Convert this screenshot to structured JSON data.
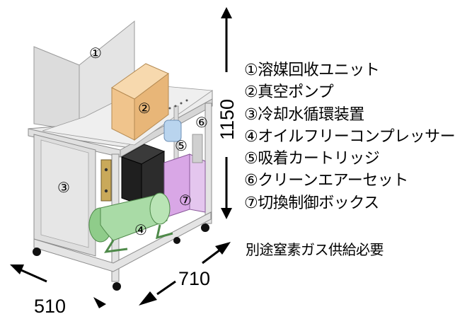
{
  "callouts": {
    "c1": "①",
    "c2": "②",
    "c3": "③",
    "c4": "④",
    "c5": "⑤",
    "c6": "⑥",
    "c7": "⑦"
  },
  "dimensions": {
    "height": "1150",
    "width": "710",
    "depth": "510"
  },
  "legend": [
    "①溶媒回收ユニット",
    "②真空ポンプ",
    "③冷却水循環装置",
    "④オイルフリーコンプレッサー",
    "⑤吸着カートリッジ",
    "⑥クリーンエアーセット",
    "⑦切換制御ボックス"
  ],
  "note": "別途窒素ガス供給必要",
  "colors": {
    "frame": "#e6e6e6",
    "frame_edge": "#8c8c8c",
    "panel": "#d9d9d9",
    "box_orange": "#f2c894",
    "compressor": "#a9dba6",
    "cartridge": "#b9d4ee",
    "control_box": "#d9a7e6",
    "black_unit": "#262626",
    "tank": "#f0f0f0"
  }
}
